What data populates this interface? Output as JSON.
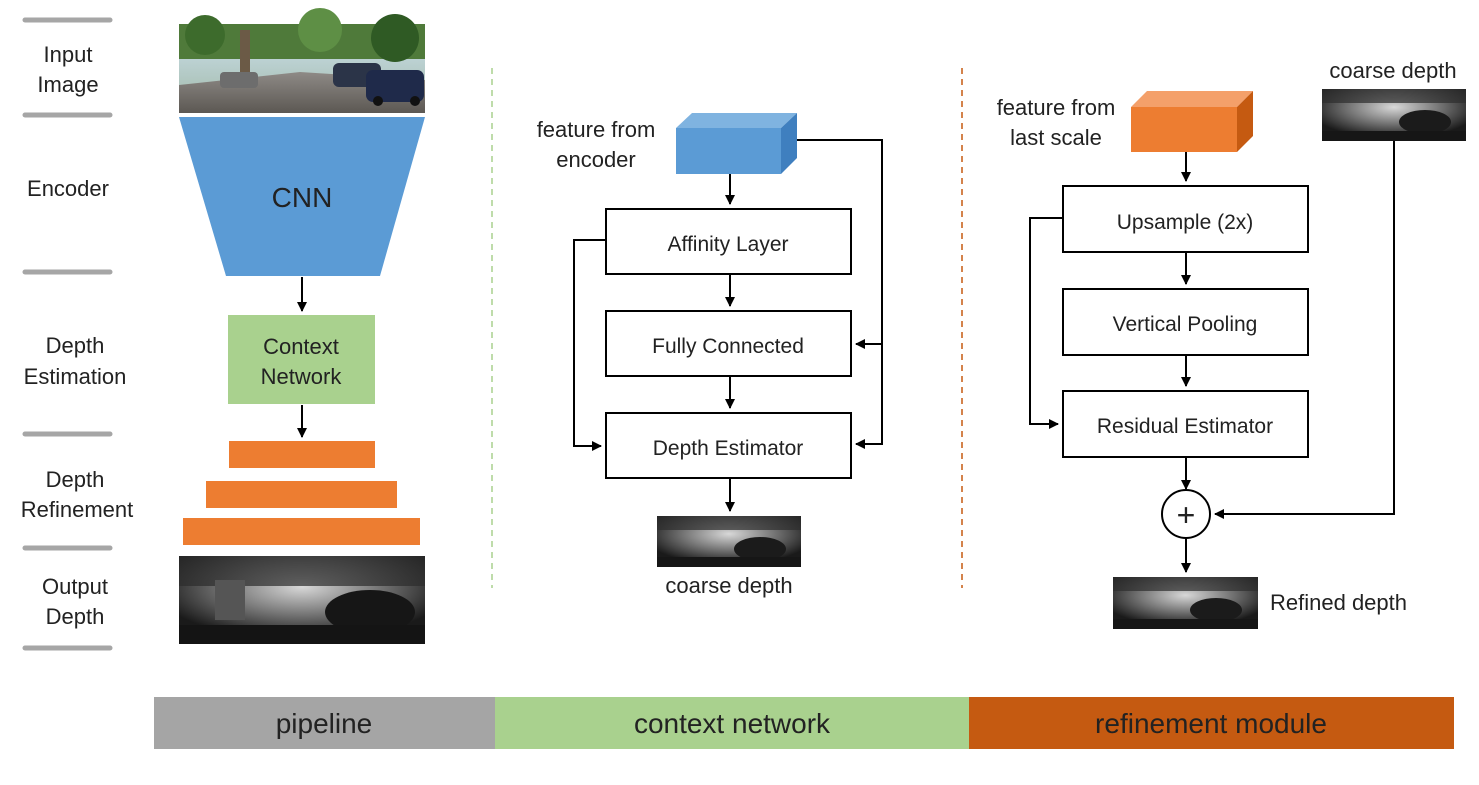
{
  "stages": {
    "input": [
      "Input",
      "Image"
    ],
    "encoder": [
      "Encoder"
    ],
    "depth_estimation": [
      "Depth",
      "Estimation"
    ],
    "depth_refinement": [
      "Depth",
      "Refinement"
    ],
    "output": [
      "Output",
      "Depth"
    ]
  },
  "pipeline": {
    "cnn_label": "CNN",
    "context_network_label": [
      "Context",
      "Network"
    ]
  },
  "context_network": {
    "feature_label": [
      "feature from",
      "encoder"
    ],
    "affinity_layer": "Affinity Layer",
    "fully_connected": "Fully Connected",
    "depth_estimator": "Depth Estimator",
    "output_label": "coarse depth"
  },
  "refinement_module": {
    "feature_label": [
      "feature from",
      "last scale"
    ],
    "coarse_depth_label": "coarse depth",
    "upsample": "Upsample (2x)",
    "vertical_pooling": "Vertical Pooling",
    "residual_estimator": "Residual Estimator",
    "plus_symbol": "+",
    "output_label": "Refined depth"
  },
  "footer": {
    "pipeline": "pipeline",
    "context_network": "context network",
    "refinement_module": "refinement module"
  },
  "colors": {
    "encoder_blue": "#5b9bd5",
    "context_green": "#a9d18e",
    "refine_orange": "#ed7d31",
    "footer_gray": "#a5a5a5",
    "footer_green": "#a9d18e",
    "footer_orange": "#c55a11",
    "divider_green": "#a9d18e",
    "divider_orange": "#c55a11",
    "stage_separator": "#a6a6a6"
  }
}
